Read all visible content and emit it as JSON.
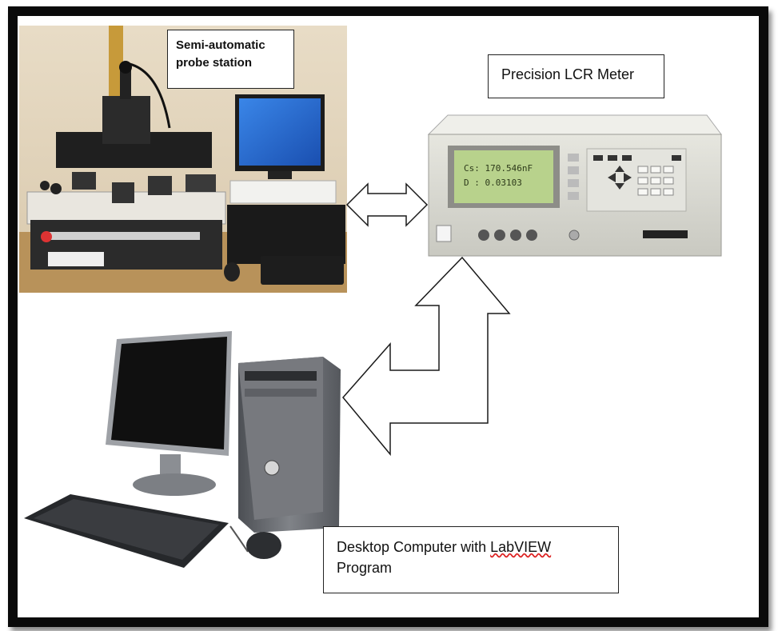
{
  "labels": {
    "probe_station": "Semi-automatic probe station",
    "lcr_meter": "Precision LCR Meter",
    "computer_line1": "Desktop Computer with",
    "computer_labview": "LabVIEW",
    "computer_line2": "Program"
  },
  "lcr_screen": {
    "line1": "Cs: 170.546nF",
    "line2": "D : 0.03103"
  },
  "colors": {
    "frame": "#0a0a0a",
    "lcr_body": "#d9d9d2",
    "lcr_screen": "#b8d28c",
    "monitor_blue": "#2a6fd6",
    "pc_case": "#6b6e73"
  }
}
